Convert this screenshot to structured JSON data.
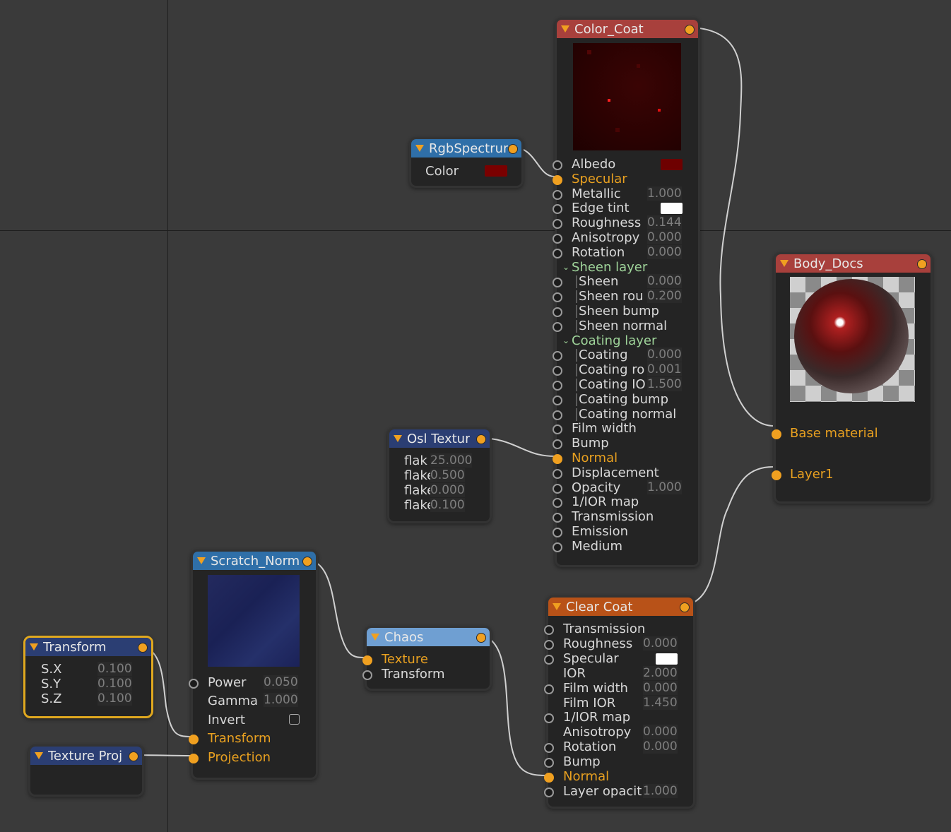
{
  "colors": {
    "header_red": "#a8403c",
    "header_blue": "#2f6fa8",
    "header_navy": "#2b3e73",
    "header_lightblue": "#6f9fd2",
    "header_orange": "#b85218",
    "active_text": "#e8a020",
    "section_text": "#9fd49a",
    "selected_border": "#e0a81f",
    "albedo_swatch": "#6e0000",
    "rgb_swatch": "#7a0000",
    "white_swatch": "#ffffff"
  },
  "nodes": {
    "color_coat": {
      "title": "Color_Coat",
      "rows": [
        {
          "label": "Albedo",
          "swatch": true
        },
        {
          "label": "Specular",
          "active": true
        },
        {
          "label": "Metallic",
          "value": "1.000"
        },
        {
          "label": "Edge tint",
          "swatch": true
        },
        {
          "label": "Roughness",
          "value": "0.144"
        },
        {
          "label": "Anisotropy",
          "value": "0.000"
        },
        {
          "label": "Rotation",
          "value": "0.000"
        },
        {
          "label": "Sheen layer",
          "section": true
        },
        {
          "label": "Sheen",
          "value": "0.000",
          "indent": true
        },
        {
          "label": "Sheen rou",
          "value": "0.200",
          "indent": true
        },
        {
          "label": "Sheen bump",
          "indent": true
        },
        {
          "label": "Sheen normal",
          "indent": true
        },
        {
          "label": "Coating layer",
          "section": true
        },
        {
          "label": "Coating",
          "value": "0.000",
          "indent": true
        },
        {
          "label": "Coating ro",
          "value": "0.001",
          "indent": true
        },
        {
          "label": "Coating IO",
          "value": "1.500",
          "indent": true
        },
        {
          "label": "Coating bump",
          "indent": true
        },
        {
          "label": "Coating normal",
          "indent": true
        },
        {
          "label": "Film width"
        },
        {
          "label": "Bump"
        },
        {
          "label": "Normal",
          "active": true
        },
        {
          "label": "Displacement"
        },
        {
          "label": "Opacity",
          "value": "1.000"
        },
        {
          "label": "1/IOR map"
        },
        {
          "label": "Transmission"
        },
        {
          "label": "Emission"
        },
        {
          "label": "Medium"
        }
      ]
    },
    "rgb_spectrum": {
      "title": "RgbSpectrur",
      "color_label": "Color"
    },
    "osl_texture": {
      "title": "Osl Textur",
      "rows": [
        {
          "label": "flak",
          "value": "25.000"
        },
        {
          "label": "flake",
          "value": "0.500"
        },
        {
          "label": "flake",
          "value": "0.000"
        },
        {
          "label": "flake",
          "value": "0.100"
        }
      ]
    },
    "body_docs": {
      "title": "Body_Docs",
      "inputs": [
        "Base material",
        "Layer1"
      ]
    },
    "scratch_norm": {
      "title": "Scratch_Norm",
      "power_label": "Power",
      "power_value": "0.050",
      "gamma_label": "Gamma",
      "gamma_value": "1.000",
      "invert_label": "Invert",
      "transform_label": "Transform",
      "projection_label": "Projection"
    },
    "chaos": {
      "title": "Chaos",
      "texture_label": "Texture",
      "transform_label": "Transform"
    },
    "clear_coat": {
      "title": "Clear Coat",
      "rows": [
        {
          "label": "Transmission"
        },
        {
          "label": "Roughness",
          "value": "0.000"
        },
        {
          "label": "Specular",
          "swatch": true
        },
        {
          "label": "IOR",
          "value": "2.000",
          "nopin": true
        },
        {
          "label": "Film width",
          "value": "0.000"
        },
        {
          "label": "Film IOR",
          "value": "1.450",
          "nopin": true
        },
        {
          "label": "1/IOR map"
        },
        {
          "label": "Anisotropy",
          "value": "0.000",
          "nopin": true
        },
        {
          "label": "Rotation",
          "value": "0.000"
        },
        {
          "label": "Bump"
        },
        {
          "label": "Normal",
          "active": true
        },
        {
          "label": "Layer opacit",
          "value": "1.000"
        }
      ]
    },
    "transform": {
      "title": "Transform",
      "rows": [
        {
          "label": "S.X",
          "value": "0.100"
        },
        {
          "label": "S.Y",
          "value": "0.100"
        },
        {
          "label": "S.Z",
          "value": "0.100"
        }
      ]
    },
    "texture_proj": {
      "title": "Texture Proj"
    }
  }
}
